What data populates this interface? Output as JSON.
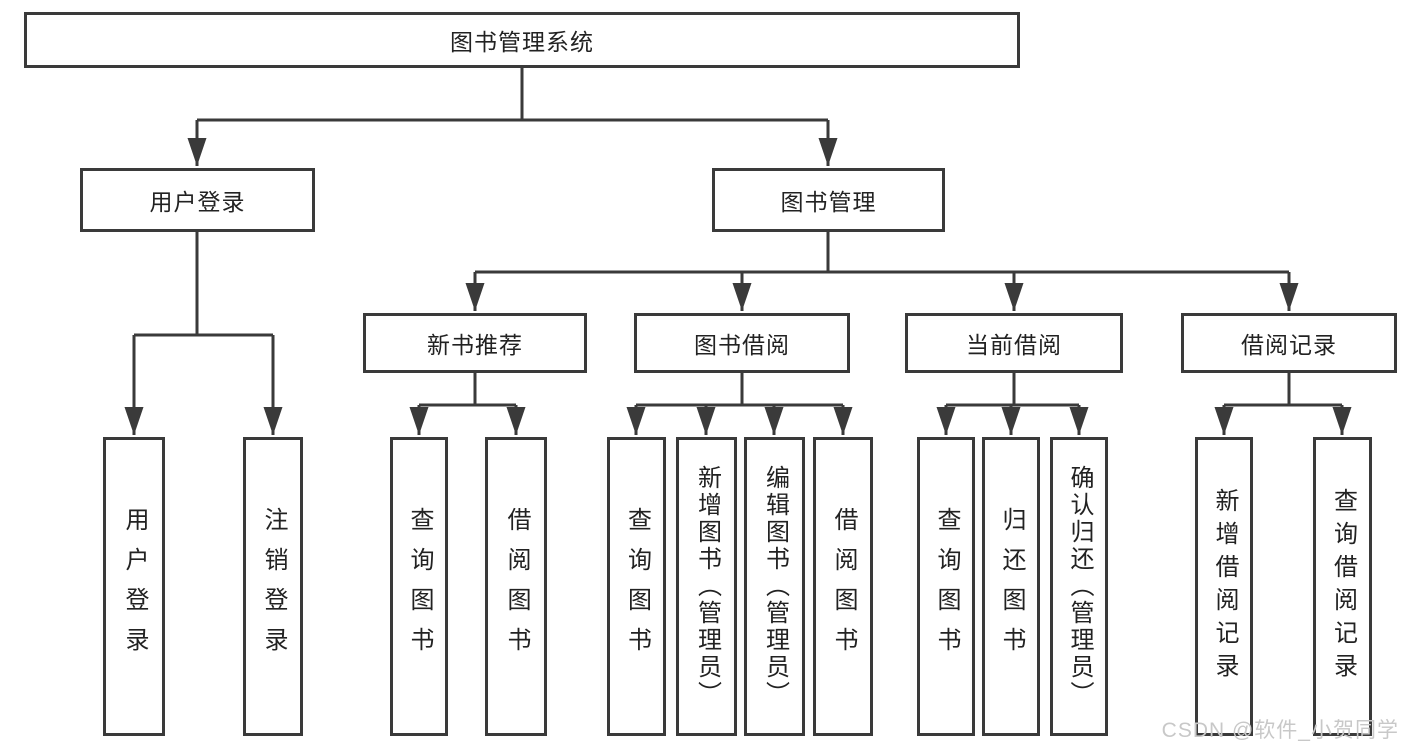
{
  "diagram": {
    "root": {
      "label": "图书管理系统"
    },
    "level2": [
      {
        "id": "user-login",
        "label": "用户登录"
      },
      {
        "id": "book-management",
        "label": "图书管理"
      }
    ],
    "level3": [
      {
        "id": "new-book-recommend",
        "label": "新书推荐"
      },
      {
        "id": "book-borrowing",
        "label": "图书借阅"
      },
      {
        "id": "current-borrowing",
        "label": "当前借阅"
      },
      {
        "id": "borrowing-records",
        "label": "借阅记录"
      }
    ],
    "leaves": [
      {
        "parent": "user-login",
        "label": "用户登录"
      },
      {
        "parent": "user-login",
        "label": "注销登录"
      },
      {
        "parent": "new-book-recommend",
        "label": "查询图书"
      },
      {
        "parent": "new-book-recommend",
        "label": "借阅图书"
      },
      {
        "parent": "book-borrowing",
        "label": "查询图书"
      },
      {
        "parent": "book-borrowing",
        "label": "新增图书（管理员）"
      },
      {
        "parent": "book-borrowing",
        "label": "编辑图书（管理员）"
      },
      {
        "parent": "book-borrowing",
        "label": "借阅图书"
      },
      {
        "parent": "current-borrowing",
        "label": "查询图书"
      },
      {
        "parent": "current-borrowing",
        "label": "归还图书"
      },
      {
        "parent": "current-borrowing",
        "label": "确认归还（管理员）"
      },
      {
        "parent": "borrowing-records",
        "label": "新增借阅记录"
      },
      {
        "parent": "borrowing-records",
        "label": "查询借阅记录"
      }
    ]
  },
  "watermark": {
    "text": "CSDN @软件_小贺同学"
  },
  "colors": {
    "line": "#3a3a3a",
    "text": "#222222",
    "background": "#ffffff",
    "watermark": "#c8c8c8"
  }
}
